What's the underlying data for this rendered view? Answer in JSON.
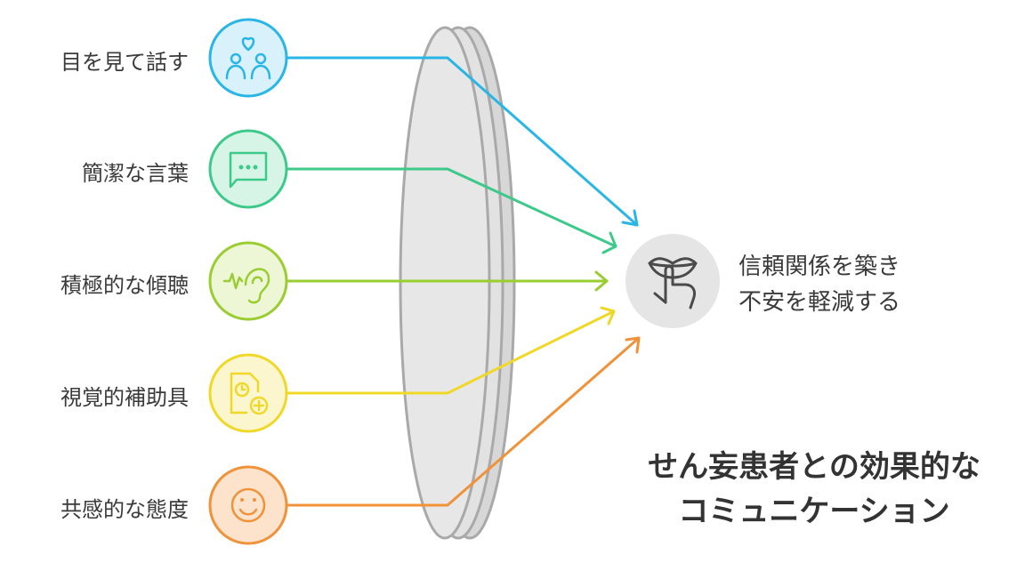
{
  "items": [
    {
      "label": "目を見て話す",
      "icon": "eye-contact-people-heart-icon",
      "color": "#29b6e6",
      "fill": "#d8f1fb"
    },
    {
      "label": "簡潔な言葉",
      "icon": "chat-bubble-dots-icon",
      "color": "#3cc98a",
      "fill": "#d6f5e6"
    },
    {
      "label": "積極的な傾聴",
      "icon": "ear-sound-icon",
      "color": "#9acd32",
      "fill": "#edf7d6"
    },
    {
      "label": "視覚的補助具",
      "icon": "document-clock-plus-icon",
      "color": "#f0d829",
      "fill": "#fcf6cf"
    },
    {
      "label": "共感的な態度",
      "icon": "smiley-face-icon",
      "color": "#f0923a",
      "fill": "#fde3cc"
    }
  ],
  "outcome": {
    "icon": "silence-finger-lips-icon",
    "line1": "信頼関係を築き",
    "line2": "不安を軽減する"
  },
  "title": {
    "line1": "せん妄患者との効果的な",
    "line2": "コミュニケーション"
  }
}
